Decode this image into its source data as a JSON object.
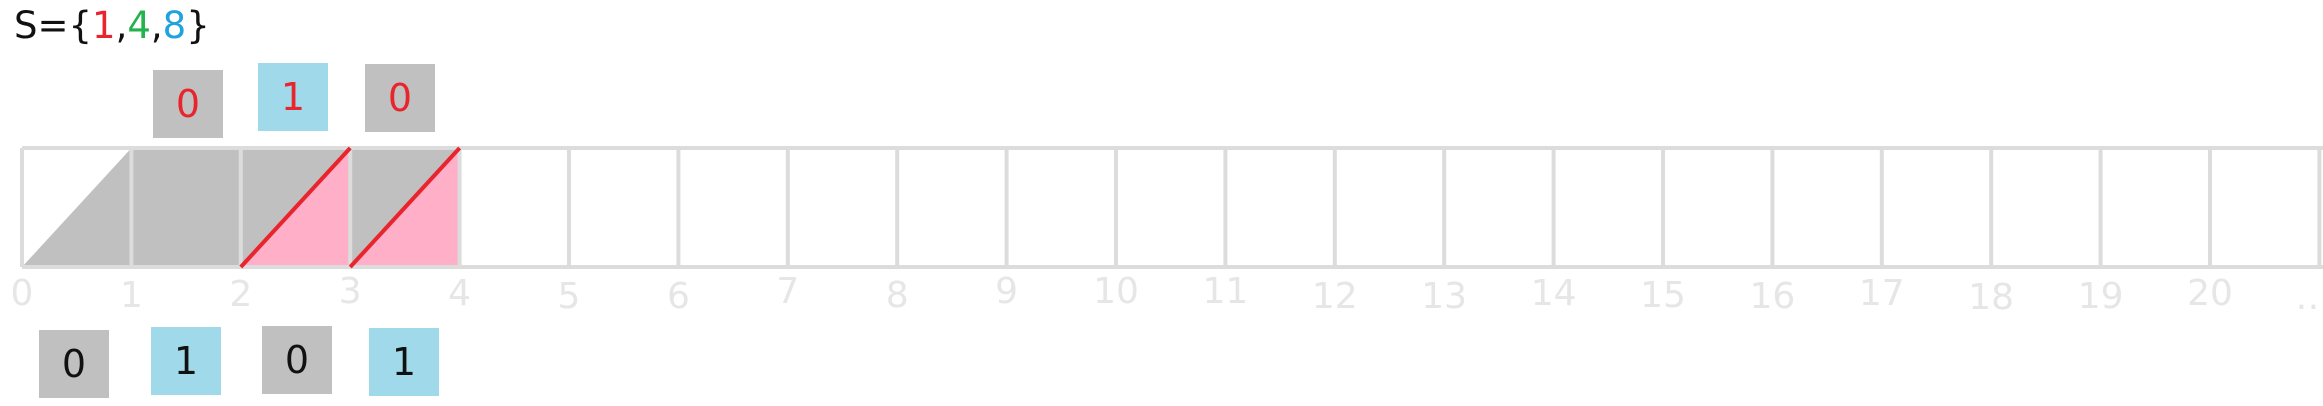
{
  "set_label": {
    "prefix": "S={",
    "elements": [
      {
        "text": "1",
        "color": "#e8242c"
      },
      {
        "text": "4",
        "color": "#23b24b"
      },
      {
        "text": "8",
        "color": "#1ea3dc"
      }
    ],
    "separator": ",",
    "suffix": "}"
  },
  "tape": {
    "cell_count": 21,
    "tick_labels": [
      "0",
      "1",
      "2",
      "3",
      "4",
      "5",
      "6",
      "7",
      "8",
      "9",
      "10",
      "11",
      "12",
      "13",
      "14",
      "15",
      "16",
      "17",
      "18",
      "19",
      "20",
      "…"
    ],
    "filled_cells": [
      {
        "cell": 0,
        "shape": "triangle",
        "color": "#c0c0c0"
      },
      {
        "cell": 1,
        "shape": "full",
        "color": "#c0c0c0"
      },
      {
        "cell": 2,
        "shape": "split",
        "upper_color": "#c0c0c0",
        "lower_color": "#ffb0c8"
      },
      {
        "cell": 3,
        "shape": "parallelogram",
        "color": "#ffb0c8"
      }
    ],
    "diagonal_color": "#e8242c",
    "grid_color": "#dcdcdc",
    "tick_color": "#e6e6e6"
  },
  "top_boxes": [
    {
      "text": "0",
      "fill": "#c0c0c0",
      "text_color": "#e8242c"
    },
    {
      "text": "1",
      "fill": "#9fd9ea",
      "text_color": "#e8242c"
    },
    {
      "text": "0",
      "fill": "#c0c0c0",
      "text_color": "#e8242c"
    }
  ],
  "bottom_boxes": [
    {
      "text": "0",
      "fill": "#c0c0c0",
      "text_color": "#111111"
    },
    {
      "text": "1",
      "fill": "#9fd9ea",
      "text_color": "#111111"
    },
    {
      "text": "0",
      "fill": "#c0c0c0",
      "text_color": "#111111"
    },
    {
      "text": "1",
      "fill": "#9fd9ea",
      "text_color": "#111111"
    }
  ]
}
